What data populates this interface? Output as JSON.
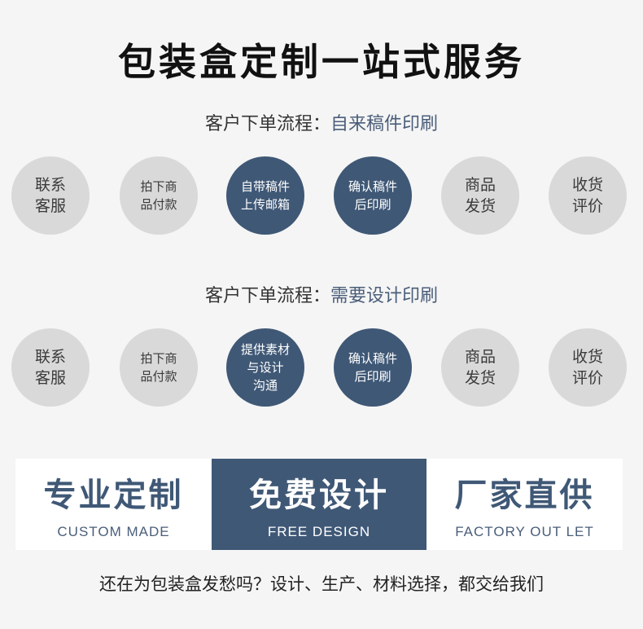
{
  "title": "包装盒定制一站式服务",
  "flow1": {
    "prefix": "客户下单流程：",
    "accent": "自来稿件印刷",
    "steps": [
      "联系\n客服",
      "拍下商\n品付款",
      "自带稿件\n上传邮箱",
      "确认稿件\n后印刷",
      "商品\n发货",
      "收货\n评价"
    ]
  },
  "flow2": {
    "prefix": "客户下单流程：",
    "accent": "需要设计印刷",
    "steps": [
      "联系\n客服",
      "拍下商\n品付款",
      "提供素材\n与设计\n沟通",
      "确认稿件\n后印刷",
      "商品\n发货",
      "收货\n评价"
    ]
  },
  "banner": {
    "left": {
      "title": "专业定制",
      "subtitle": "CUSTOM MADE"
    },
    "center": {
      "title": "免费设计",
      "subtitle": "FREE DESIGN"
    },
    "right": {
      "title": "厂家直供",
      "subtitle": "FACTORY OUT LET"
    }
  },
  "footer": "还在为包装盒发愁吗？设计、生产、材料选择，都交给我们",
  "colors": {
    "accent": "#3f5876",
    "circle_gray": "#d9d9d9",
    "background": "#f5f5f5"
  }
}
